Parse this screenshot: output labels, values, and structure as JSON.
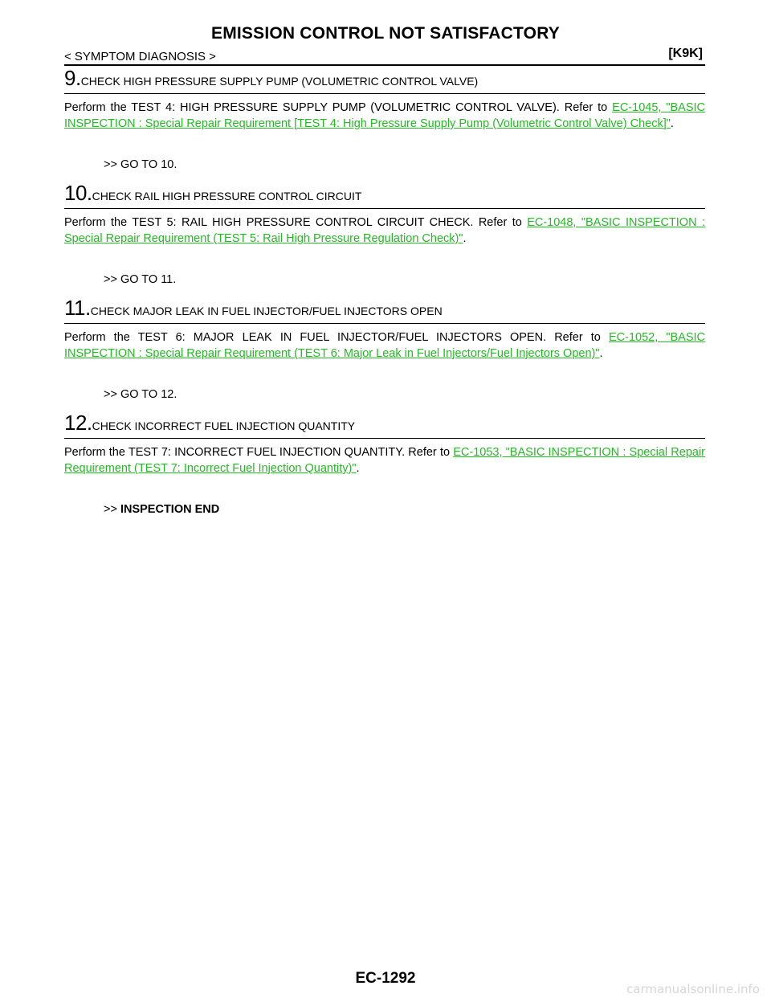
{
  "header": {
    "title": "EMISSION CONTROL NOT SATISFACTORY",
    "section": "< SYMPTOM DIAGNOSIS >",
    "engine_code": "[K9K]"
  },
  "steps": [
    {
      "number": "9.",
      "title": "CHECK HIGH PRESSURE SUPPLY PUMP (VOLUMETRIC CONTROL VALVE)",
      "body_before": "Perform the TEST 4: HIGH PRESSURE SUPPLY PUMP (VOLUMETRIC CONTROL VALVE). Refer to ",
      "link": "EC-1045, \"BASIC INSPECTION : Special Repair Requirement [TEST 4: High Pressure Supply Pump (Volumetric Control Valve) Check]\"",
      "body_after": ".",
      "goto_prefix": ">> ",
      "goto": "GO TO 10."
    },
    {
      "number": "10.",
      "title": "CHECK RAIL HIGH PRESSURE CONTROL CIRCUIT",
      "body_before": "Perform the TEST 5: RAIL HIGH PRESSURE CONTROL CIRCUIT CHECK. Refer to ",
      "link": "EC-1048, \"BASIC INSPECTION : Special Repair Requirement (TEST 5: Rail High Pressure Regulation Check)\"",
      "body_after": ".",
      "goto_prefix": ">> ",
      "goto": "GO TO 11."
    },
    {
      "number": "11.",
      "title": "CHECK MAJOR LEAK IN FUEL INJECTOR/FUEL INJECTORS OPEN",
      "body_before": "Perform the TEST 6: MAJOR LEAK IN FUEL INJECTOR/FUEL INJECTORS OPEN. Refer to ",
      "link": "EC-1052, \"BASIC INSPECTION : Special Repair Requirement (TEST 6: Major Leak in Fuel Injectors/Fuel Injectors Open)\"",
      "body_after": ".",
      "goto_prefix": ">> ",
      "goto": "GO TO 12."
    },
    {
      "number": "12.",
      "title": "CHECK INCORRECT FUEL INJECTION QUANTITY",
      "body_before": "Perform the TEST 7: INCORRECT FUEL INJECTION QUANTITY. Refer to ",
      "link": "EC-1053, \"BASIC INSPECTION : Special Repair Requirement (TEST 7: Incorrect Fuel Injection Quantity)\"",
      "body_after": ".",
      "goto_prefix": ">> ",
      "goto": "INSPECTION END"
    }
  ],
  "footer": {
    "page_code": "EC-1292",
    "watermark": "carmanualsonline.info"
  },
  "colors": {
    "link": "#22bb22",
    "watermark": "#d6d6d6"
  }
}
